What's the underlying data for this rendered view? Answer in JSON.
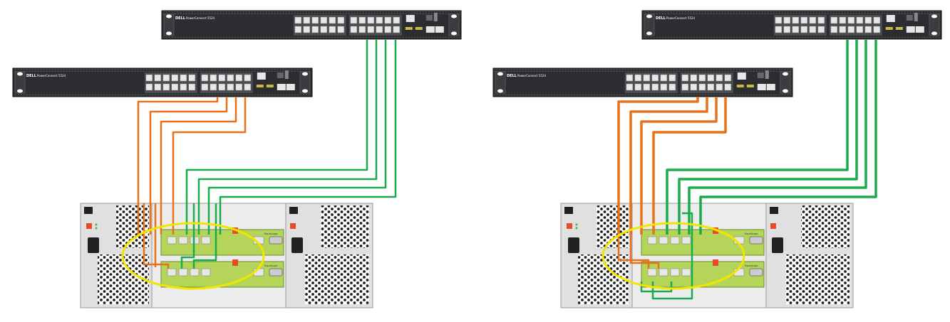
{
  "switch_brand": "DELL",
  "switch_model": "PowerConnect 5524",
  "array_brand": "EqualLogic",
  "colors": {
    "switch_body": "#2b2d31",
    "port": "#e7e7e7",
    "cable_orange": "#e8711a",
    "cable_green": "#1aab4c",
    "highlight": "#f2e500",
    "controller": "#b4d55a",
    "psu_body": "#e0e0e0",
    "grille": "#1f1f1f",
    "status_red": "#e84c27",
    "led_green": "#4caf50"
  },
  "icons": [
    "ethernet-port-icon",
    "sfp-port-icon",
    "power-socket-icon",
    "power-switch-icon",
    "serial-port-icon"
  ]
}
